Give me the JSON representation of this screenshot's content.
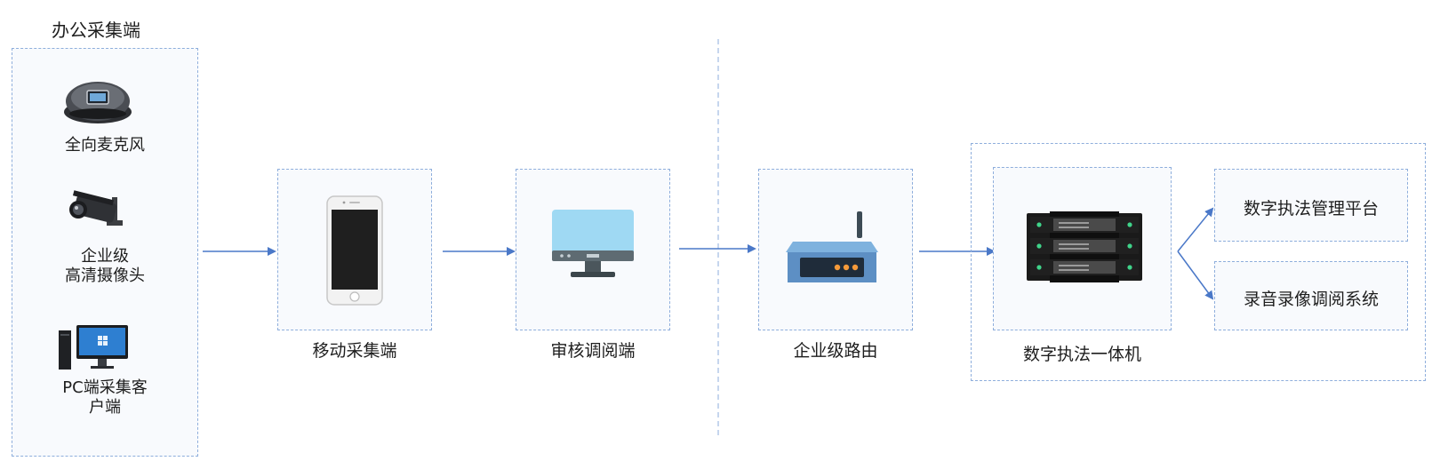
{
  "office": {
    "title": "办公采集端",
    "devices": [
      {
        "label": "全向麦克风",
        "icon": "conference-microphone-icon"
      },
      {
        "label_line1": "企业级",
        "label_line2": "高清摄像头",
        "icon": "cctv-camera-icon"
      },
      {
        "label_line1": "PC端采集客",
        "label_line2": "户端",
        "icon": "desktop-pc-icon"
      }
    ]
  },
  "nodes": {
    "mobile": {
      "label": "移动采集端",
      "icon": "smartphone-icon"
    },
    "review": {
      "label": "审核调阅端",
      "icon": "monitor-icon"
    },
    "router": {
      "label": "企业级路由",
      "icon": "router-icon"
    },
    "server": {
      "label": "数字执法一体机",
      "icon": "server-rack-icon"
    }
  },
  "platforms": [
    {
      "label": "数字执法管理平台"
    },
    {
      "label": "录音录像调阅系统"
    }
  ],
  "colors": {
    "border": "#8eaedc",
    "arrow": "#4a78c8",
    "box_fill": "#f8fafd"
  }
}
